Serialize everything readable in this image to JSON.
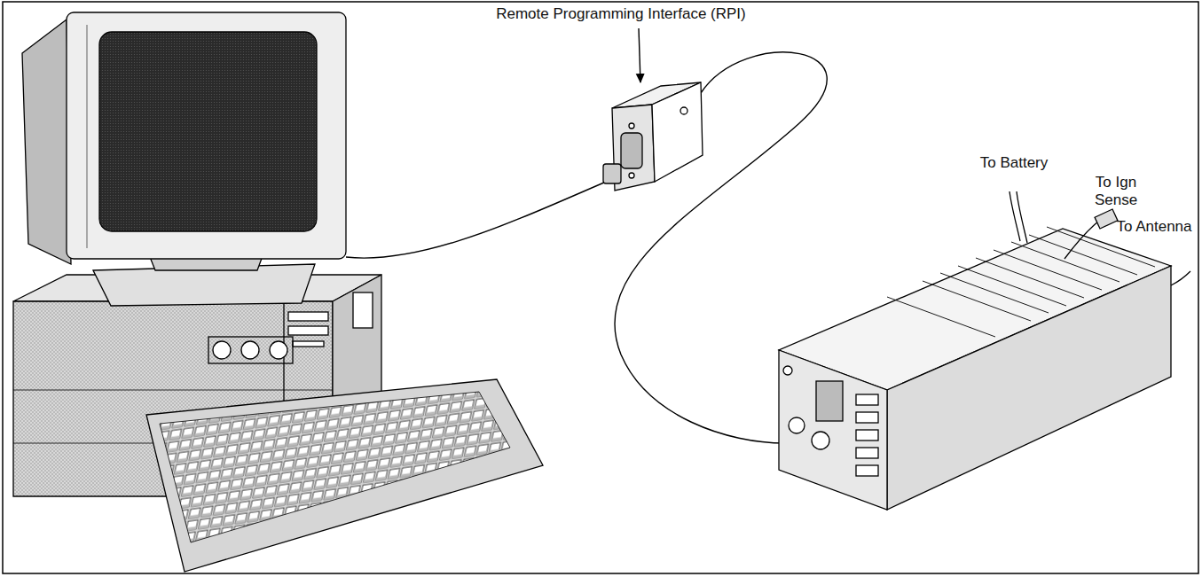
{
  "diagram": {
    "labels": [
      "Remote Programming Interface (RPI)",
      "To Battery",
      "To Ign Sense",
      "To Antenna"
    ]
  }
}
